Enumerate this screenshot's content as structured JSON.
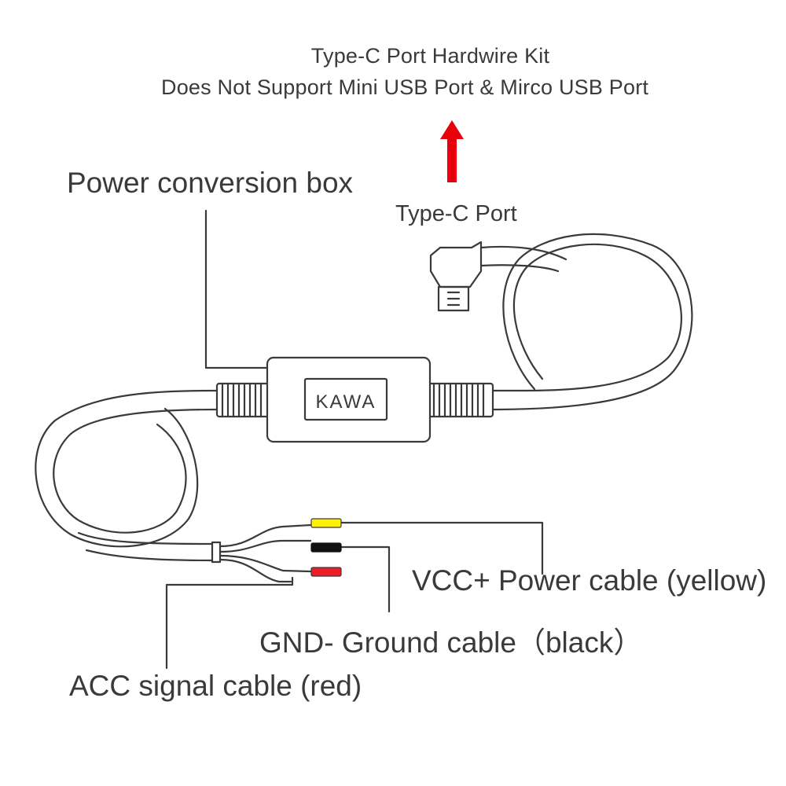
{
  "header": {
    "title_line1": "Type-C Port Hardwire Kit",
    "title_line2": "Does Not Support Mini USB Port & Mirco USB Port"
  },
  "labels": {
    "power_box": "Power conversion box",
    "type_c_port": "Type-C Port",
    "vcc": "VCC+ Power cable (yellow)",
    "gnd": "GND- Ground cable（black）",
    "acc": "ACC signal cable (red)"
  },
  "box": {
    "brand": "KAWA"
  },
  "colors": {
    "line": "#3a3a3a",
    "arrow": "#e8000b",
    "yellow_tip": "#fff200",
    "black_tip": "#111111",
    "red_tip": "#ee1c25"
  },
  "icons": {
    "arrow": "up-arrow-icon",
    "connector": "usb-c-connector-icon"
  }
}
